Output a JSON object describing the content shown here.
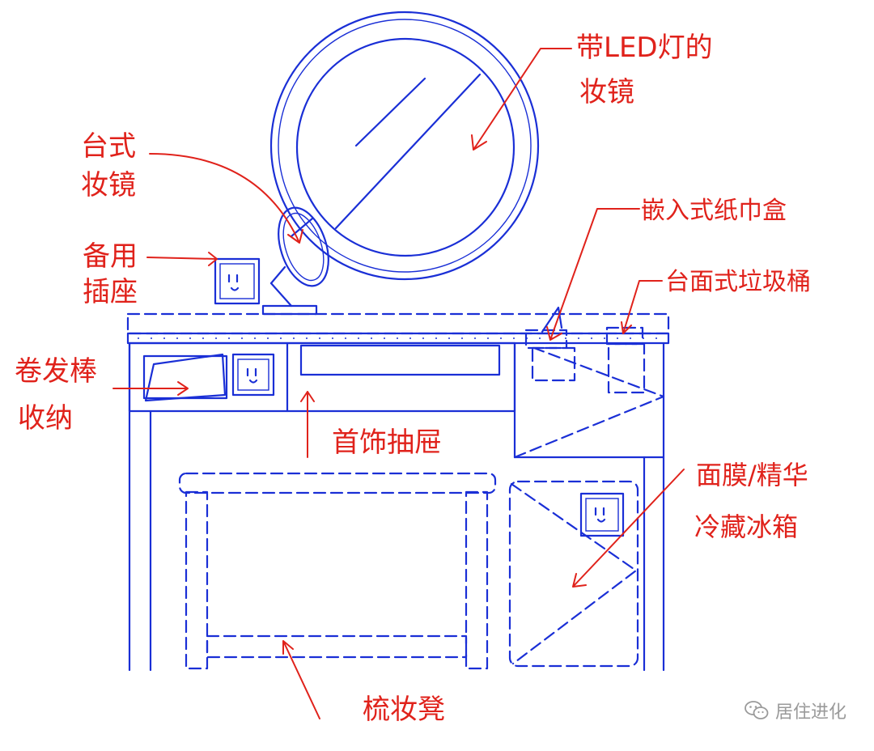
{
  "labels": {
    "led_mirror_line1": "带LED灯的",
    "led_mirror_line2": "妆镜",
    "desk_mirror_line1": "台式",
    "desk_mirror_line2": "妆镜",
    "spare_outlet_line1": "备用",
    "spare_outlet_line2": "插座",
    "tissue_box": "嵌入式纸巾盒",
    "trash_bin": "台面式垃圾桶",
    "curler_line1": "卷发棒",
    "curler_line2": "收纳",
    "jewelry_drawer": "首饰抽屉",
    "fridge_line1": "面膜/精华",
    "fridge_line2": "冷藏冰箱",
    "stool": "梳妆凳"
  },
  "watermark": {
    "text": "居住进化",
    "icon": "wechat-icon",
    "color": "#9a9a9a"
  },
  "colors": {
    "sketch": "#1a2fd6",
    "annotation": "#e0221b"
  }
}
